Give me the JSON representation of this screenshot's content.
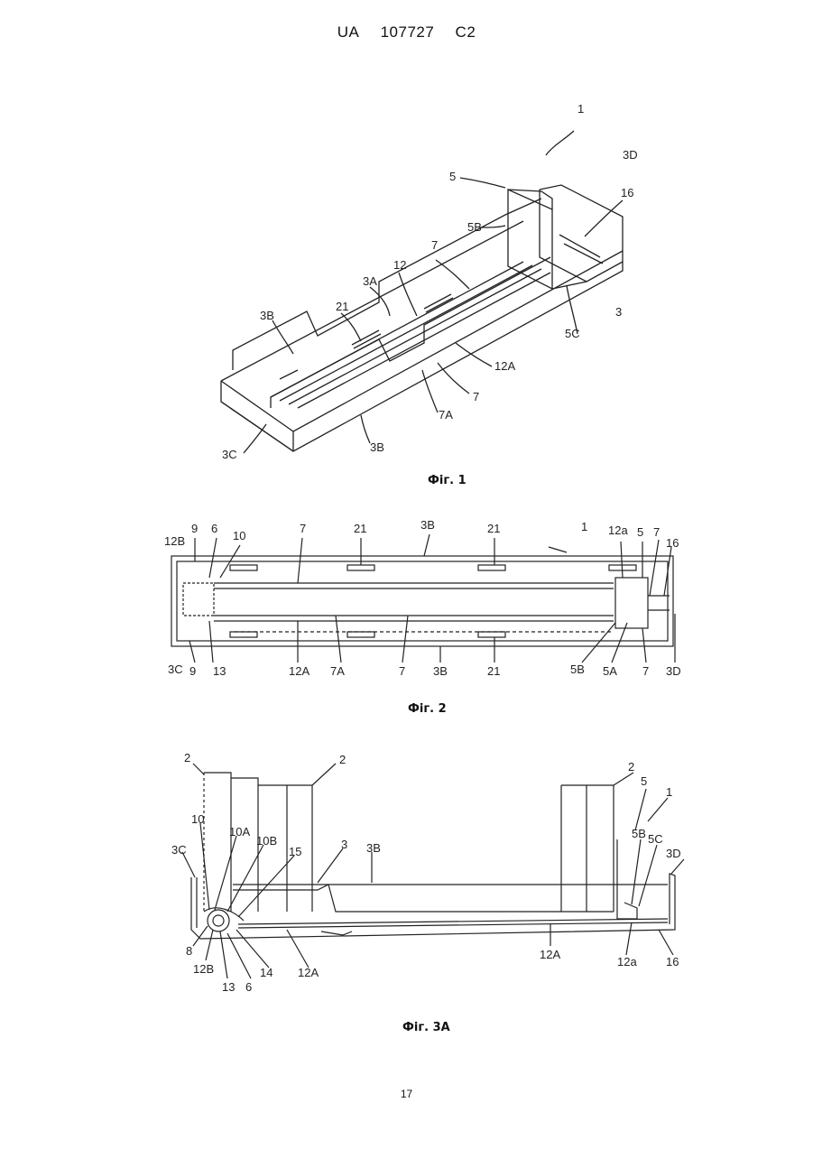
{
  "header": {
    "country": "UA",
    "number": "107727",
    "kind": "C2"
  },
  "page_number": "17",
  "fig1": {
    "caption": "Фiг. 1",
    "labels": [
      "1",
      "3D",
      "5",
      "16",
      "5B",
      "7",
      "12",
      "3A",
      "21",
      "3B",
      "3",
      "5C",
      "12A",
      "7",
      "7A",
      "3C",
      "3B"
    ]
  },
  "fig2": {
    "caption": "Фiг. 2",
    "labels": [
      "9",
      "6",
      "12B",
      "10",
      "7",
      "21",
      "3B",
      "21",
      "1",
      "12a",
      "5",
      "7",
      "16",
      "3C",
      "9",
      "13",
      "12A",
      "7A",
      "7",
      "3B",
      "21",
      "5B",
      "5A",
      "7",
      "3D"
    ]
  },
  "fig3": {
    "caption": "Фiг. 3A",
    "labels": [
      "2",
      "2",
      "2",
      "5",
      "1",
      "10",
      "10A",
      "10B",
      "15",
      "3",
      "3B",
      "5B",
      "5C",
      "3C",
      "3D",
      "8",
      "12B",
      "13",
      "6",
      "14",
      "12A",
      "12A",
      "12a",
      "16"
    ]
  }
}
